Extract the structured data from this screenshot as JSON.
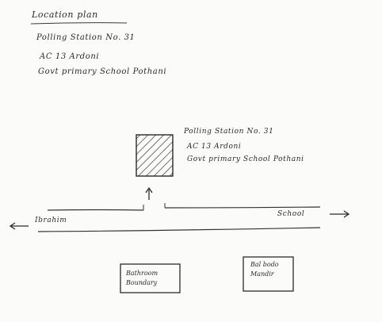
{
  "title": "Location plan",
  "header_lines": [
    "Polling Station No. 31",
    "AC 13 Ardoni",
    "Govt primary School Pothani"
  ],
  "building_label_lines": [
    "Polling Station No. 31",
    "AC 13 Ardoni",
    "Govt primary School Pothani"
  ],
  "road": {
    "left_label": "Ibrahim",
    "right_label": "School"
  },
  "bottom_boxes": [
    {
      "lines": [
        "Bathroom",
        "Boundary"
      ]
    },
    {
      "lines": [
        "Bal bodo",
        "Mandir"
      ]
    }
  ],
  "colors": {
    "ink": "#2a2a2a",
    "paper": "#fbfbf9"
  }
}
